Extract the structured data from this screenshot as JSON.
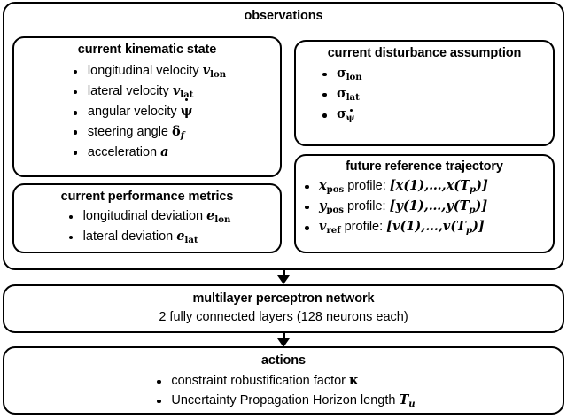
{
  "diagram": {
    "observations": {
      "title": "observations",
      "groups": {
        "kinematic": {
          "title": "current kinematic state",
          "items": [
            "longitudinal velocity v_lon",
            "lateral velocity v_lat",
            "angular velocity psi-dot",
            "steering angle delta_f",
            "acceleration a"
          ]
        },
        "performance": {
          "title": "current performance metrics",
          "items": [
            "longitudinal deviation e_lon",
            "lateral deviation e_lat"
          ]
        },
        "disturbance": {
          "title": "current disturbance assumption",
          "items": [
            "sigma_lon",
            "sigma_lat",
            "sigma_psi-dot"
          ]
        },
        "trajectory": {
          "title": "future reference trajectory",
          "items": [
            "x_pos profile: [x(1), ..., x(T_p)]",
            "y_pos profile: [y(1), ..., y(T_p)]",
            "v_ref profile: [v(1), ..., v(T_p)]"
          ]
        }
      }
    },
    "network": {
      "title": "multilayer perceptron network",
      "subtitle": "2 fully connected layers (128 neurons each)"
    },
    "actions": {
      "title": "actions",
      "items": [
        "constraint robustification factor kappa",
        "Uncertainty Propagation Horizon length T_u"
      ]
    },
    "colors": {
      "stroke": "#000000",
      "background": "#ffffff"
    }
  }
}
